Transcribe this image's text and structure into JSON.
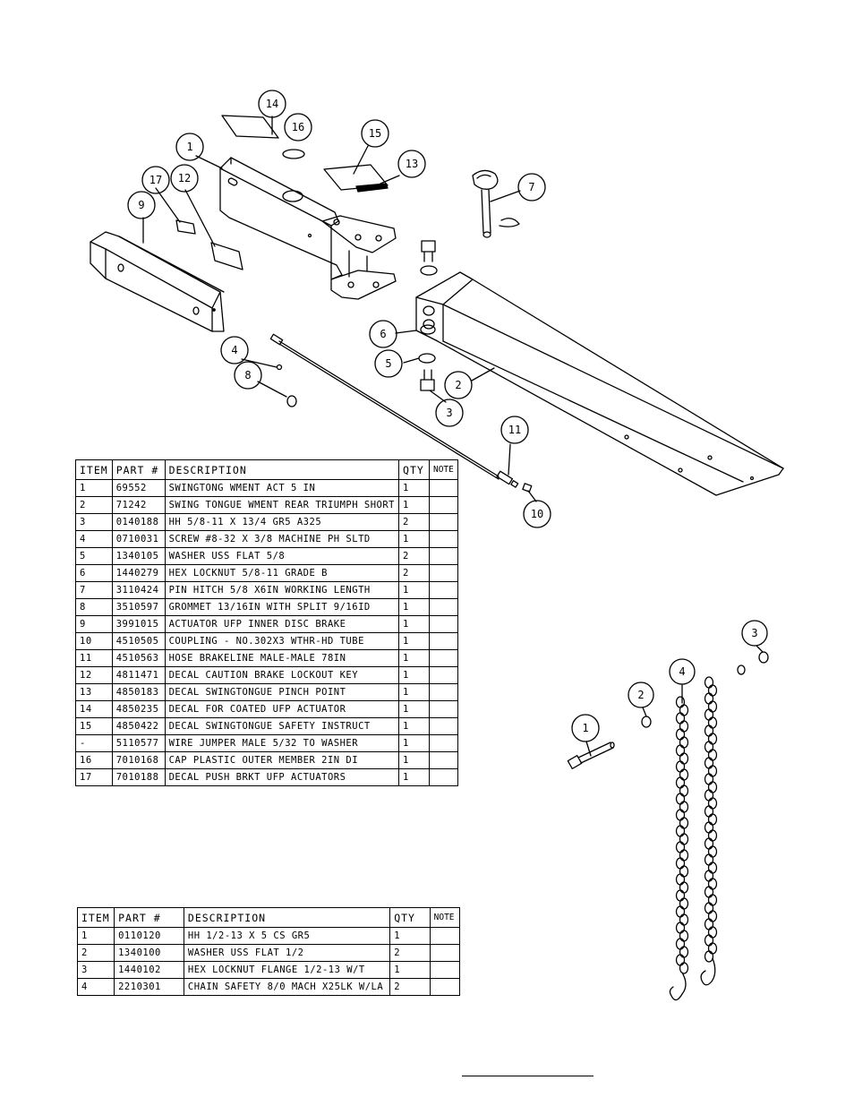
{
  "table1": {
    "headers": {
      "item": "ITEM",
      "part": "PART #",
      "description": "DESCRIPTION",
      "qty": "QTY",
      "note": "NOTE"
    },
    "rows": [
      {
        "item": "1",
        "part": "69552",
        "description": "SWINGTONG WMENT ACT 5 IN",
        "qty": "1",
        "note": ""
      },
      {
        "item": "2",
        "part": "71242",
        "description": "SWING TONGUE WMENT REAR TRIUMPH SHORT",
        "qty": "1",
        "note": ""
      },
      {
        "item": "3",
        "part": "0140188",
        "description": "HH 5/8-11 X 13/4  GR5 A325",
        "qty": "2",
        "note": ""
      },
      {
        "item": "4",
        "part": "0710031",
        "description": "SCREW #8-32 X 3/8 MACHINE PH SLTD",
        "qty": "1",
        "note": ""
      },
      {
        "item": "5",
        "part": "1340105",
        "description": "WASHER USS FLAT 5/8",
        "qty": "2",
        "note": ""
      },
      {
        "item": "6",
        "part": "1440279",
        "description": "HEX LOCKNUT 5/8-11 GRADE B",
        "qty": "2",
        "note": ""
      },
      {
        "item": "7",
        "part": "3110424",
        "description": "PIN HITCH 5/8 X6IN WORKING LENGTH",
        "qty": "1",
        "note": ""
      },
      {
        "item": "8",
        "part": "3510597",
        "description": "GROMMET 13/16IN  WITH SPLIT 9/16ID",
        "qty": "1",
        "note": ""
      },
      {
        "item": "9",
        "part": "3991015",
        "description": "ACTUATOR UFP INNER  DISC BRAKE",
        "qty": "1",
        "note": ""
      },
      {
        "item": "10",
        "part": "4510505",
        "description": "COUPLING - NO.302X3 WTHR-HD TUBE",
        "qty": "1",
        "note": ""
      },
      {
        "item": "11",
        "part": "4510563",
        "description": "HOSE BRAKELINE MALE-MALE 78IN",
        "qty": "1",
        "note": ""
      },
      {
        "item": "12",
        "part": "4811471",
        "description": "DECAL CAUTION BRAKE LOCKOUT KEY",
        "qty": "1",
        "note": ""
      },
      {
        "item": "13",
        "part": "4850183",
        "description": "DECAL SWINGTONGUE PINCH POINT",
        "qty": "1",
        "note": ""
      },
      {
        "item": "14",
        "part": "4850235",
        "description": "DECAL FOR COATED UFP ACTUATOR",
        "qty": "1",
        "note": ""
      },
      {
        "item": "15",
        "part": "4850422",
        "description": "DECAL SWINGTONGUE SAFETY INSTRUCT",
        "qty": "1",
        "note": ""
      },
      {
        "item": "-",
        "part": "5110577",
        "description": "WIRE JUMPER MALE 5/32 TO WASHER",
        "qty": "1",
        "note": ""
      },
      {
        "item": "16",
        "part": "7010168",
        "description": "CAP  PLASTIC OUTER MEMBER 2IN DI",
        "qty": "1",
        "note": ""
      },
      {
        "item": "17",
        "part": "7010188",
        "description": "DECAL PUSH BRKT UFP ACTUATORS",
        "qty": "1",
        "note": ""
      }
    ]
  },
  "table2": {
    "headers": {
      "item": "ITEM",
      "part": "PART #",
      "description": "DESCRIPTION",
      "qty": "QTY",
      "note": "NOTE"
    },
    "rows": [
      {
        "item": "1",
        "part": "0110120",
        "description": "HH 1/2-13 X 5 CS GR5",
        "qty": "1",
        "note": ""
      },
      {
        "item": "2",
        "part": "1340100",
        "description": "WASHER USS FLAT 1/2",
        "qty": "2",
        "note": ""
      },
      {
        "item": "3",
        "part": "1440102",
        "description": "HEX LOCKNUT FLANGE 1/2-13 W/T",
        "qty": "1",
        "note": ""
      },
      {
        "item": "4",
        "part": "2210301",
        "description": "CHAIN SAFETY 8/0 MACH X25LK W/LA",
        "qty": "2",
        "note": ""
      }
    ]
  },
  "callouts_top": [
    "14",
    "16",
    "1",
    "15",
    "13",
    "17",
    "12",
    "9",
    "7",
    "6",
    "5",
    "4",
    "8",
    "2",
    "3",
    "11",
    "10"
  ],
  "callouts_chain": [
    "3",
    "4",
    "2",
    "1"
  ]
}
